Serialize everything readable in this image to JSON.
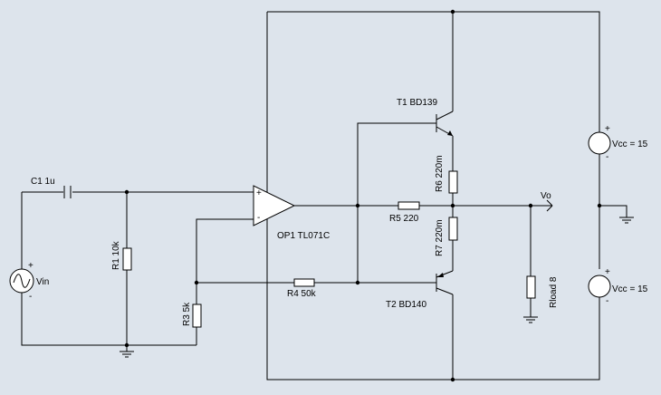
{
  "components": {
    "c1": "C1 1u",
    "r1": "R1 10k",
    "r3": "R3 5k",
    "r4": "R4 50k",
    "r5": "R5 220",
    "r6": "R6 220m",
    "r7": "R7 220m",
    "rload": "Rload 8",
    "op1": "OP1 TL071C",
    "t1": "T1 BD139",
    "t2": "T2 BD140",
    "vin": "Vin",
    "vcc_top": "Vcc = 15",
    "vcc_bottom": "Vcc = 15"
  },
  "nodes": {
    "vo": "Vo"
  },
  "signs": {
    "plus": "+",
    "minus": "-"
  },
  "colors": {
    "background": "#dde4ec",
    "wire": "#000000",
    "component_fill": "#ffffff"
  }
}
